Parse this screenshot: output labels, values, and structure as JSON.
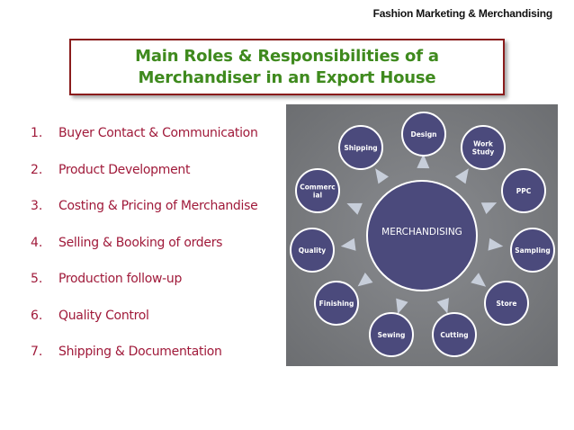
{
  "header": {
    "label": "Fashion Marketing & Merchandising"
  },
  "title": {
    "line1": "Main Roles & Responsibilities of a",
    "line2": "Merchandiser in an Export House"
  },
  "roles": [
    {
      "num": "1.",
      "text": "Buyer Contact & Communication"
    },
    {
      "num": "2.",
      "text": "Product Development"
    },
    {
      "num": "3.",
      "text": "Costing & Pricing of Merchandise"
    },
    {
      "num": "4.",
      "text": "Selling & Booking of orders"
    },
    {
      "num": "5.",
      "text": "Production follow-up"
    },
    {
      "num": "6.",
      "text": "Quality Control"
    },
    {
      "num": "7.",
      "text": "Shipping & Documentation"
    }
  ],
  "diagram": {
    "center_label": "MERCHANDISING",
    "nodes": [
      {
        "label": [
          "Design"
        ]
      },
      {
        "label": [
          "Work",
          "Study"
        ]
      },
      {
        "label": [
          "PPC"
        ]
      },
      {
        "label": [
          "Sampling"
        ]
      },
      {
        "label": [
          "Store"
        ]
      },
      {
        "label": [
          "Cutting"
        ]
      },
      {
        "label": [
          "Sewing"
        ]
      },
      {
        "label": [
          "Finishing"
        ]
      },
      {
        "label": [
          "Quality"
        ]
      },
      {
        "label": [
          "Commerc",
          "ial"
        ]
      },
      {
        "label": [
          "Shipping"
        ]
      }
    ],
    "colors": {
      "node_fill": "#4b4a7c",
      "node_stroke": "#ffffff",
      "arrow": "#cfd6e3",
      "background": "#7b7d80"
    }
  }
}
